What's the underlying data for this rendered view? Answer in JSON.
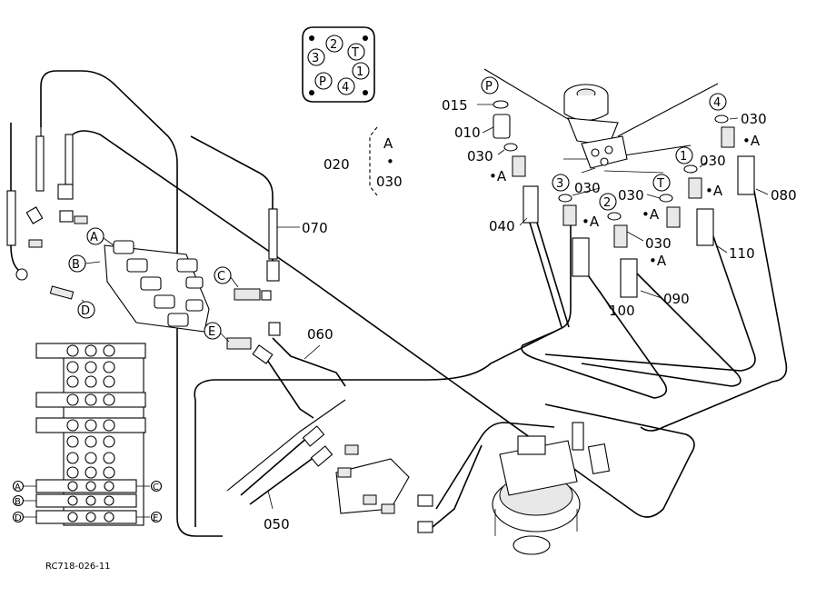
{
  "diagram": {
    "ref_code": "RC718-026-11",
    "part_numbers": {
      "p010": "010",
      "p015": "015",
      "p020": "020",
      "p030": "030",
      "p040": "040",
      "p050": "050",
      "p060": "060",
      "p070": "070",
      "p080": "080",
      "p090": "090",
      "p100": "100",
      "p110": "110"
    },
    "marks": {
      "A": "A",
      "B": "B",
      "C": "C",
      "D": "D",
      "E": "E",
      "P": "P",
      "T": "T",
      "n1": "1",
      "n2": "2",
      "n3": "3",
      "n4": "4"
    },
    "note": {
      "letter": "A",
      "dot": "•",
      "part": "030"
    },
    "arrow_marker": "•A"
  }
}
